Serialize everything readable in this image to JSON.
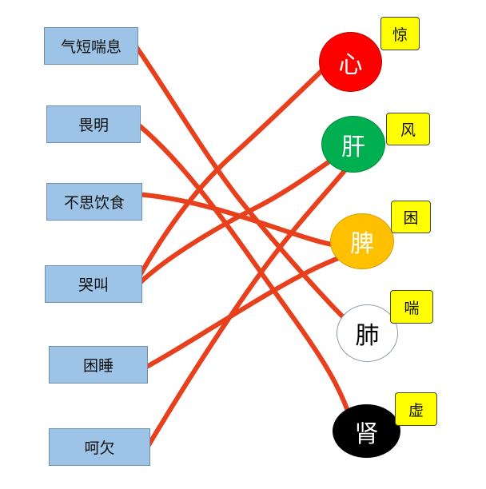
{
  "left_items": [
    {
      "id": "qiduan",
      "label": "气短喘息"
    },
    {
      "id": "kunming",
      "label": "畏明"
    },
    {
      "id": "busi",
      "label": "不思饮食"
    },
    {
      "id": "kujiao",
      "label": "哭叫"
    },
    {
      "id": "kunshui",
      "label": "困睡"
    },
    {
      "id": "haqian",
      "label": "呵欠"
    }
  ],
  "organs": [
    {
      "id": "xin",
      "label": "心",
      "color": "#ff0000",
      "text_color": "#ffffff",
      "tag": "惊"
    },
    {
      "id": "gan",
      "label": "肝",
      "color": "#00b050",
      "text_color": "#ffffff",
      "tag": "风"
    },
    {
      "id": "pi",
      "label": "脾",
      "color": "#ffc000",
      "text_color": "#ffffff",
      "tag": "困"
    },
    {
      "id": "fei",
      "label": "肺",
      "color": "#ffffff",
      "text_color": "#000000",
      "tag": "喘"
    },
    {
      "id": "shen",
      "label": "肾",
      "color": "#000000",
      "text_color": "#ffffff",
      "tag": "虚"
    }
  ],
  "connection_color": "#e8401c",
  "connections": [
    {
      "from": "气短喘息",
      "to": "肺"
    },
    {
      "from": "畏明",
      "to": "肾"
    },
    {
      "from": "不思饮食",
      "to": "脾"
    },
    {
      "from": "哭叫",
      "to": "心"
    },
    {
      "from": "哭叫",
      "to": "肝"
    },
    {
      "from": "困睡",
      "to": "脾"
    },
    {
      "from": "呵欠",
      "to": "肝"
    }
  ]
}
